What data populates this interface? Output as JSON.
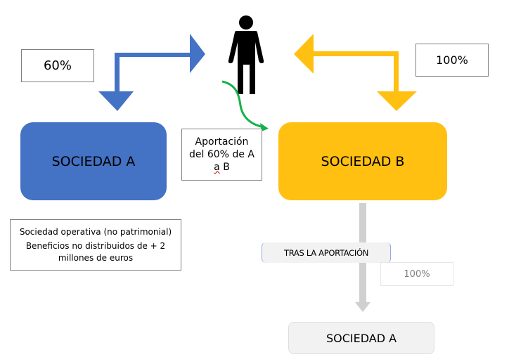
{
  "labels": {
    "pct_left": "60%",
    "pct_right": "100%",
    "pct_bottom": "100%"
  },
  "companies": {
    "a": "SOCIEDAD A",
    "b": "SOCIEDAD B",
    "a_after": "SOCIEDAD A"
  },
  "contribution": {
    "line1": "Aportación",
    "line2": "del 60% de A",
    "line3_prefix": "a",
    "line3_suffix": " B"
  },
  "description": {
    "line1": "Sociedad operativa (no patrimonial)",
    "line2": "Beneficios no distribuidos de + 2",
    "line3": "millones de euros"
  },
  "after": {
    "label": "TRAS LA APORTACIÓN"
  },
  "icons": {
    "person": "person-icon"
  },
  "colors": {
    "blue": "#4472c4",
    "yellow": "#ffc012",
    "green": "#16b14b",
    "gray_arrow": "#d0d0d0"
  }
}
